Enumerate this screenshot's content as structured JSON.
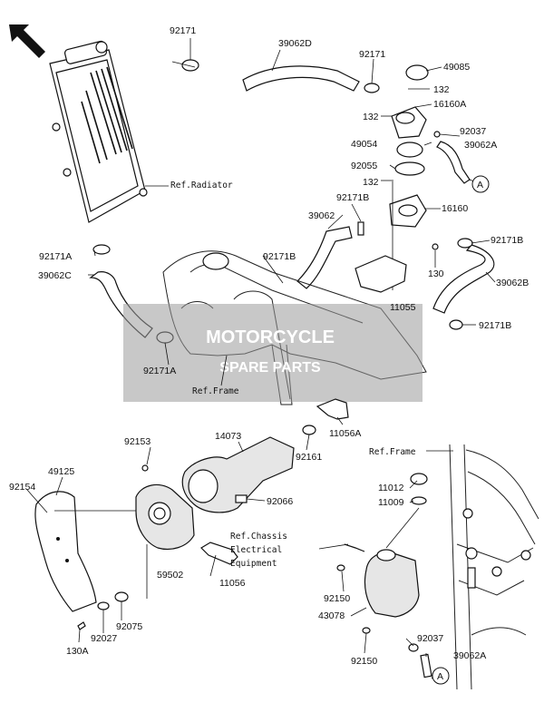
{
  "part_numbers": {
    "p92171_a": "92171",
    "p39062D": "39062D",
    "p92171_b": "92171",
    "p49085": "49085",
    "p132_a": "132",
    "p16160A": "16160A",
    "p132_b": "132",
    "p92037_a": "92037",
    "p49054": "49054",
    "p39062A_a": "39062A",
    "p92055": "92055",
    "p132_c": "132",
    "p92171B_a": "92171B",
    "p39062": "39062",
    "p16160": "16160",
    "p92171B_b": "92171B",
    "p92171B_c": "92171B",
    "p130": "130",
    "p39062B": "39062B",
    "p11055": "11055",
    "p92171B_d": "92171B",
    "p92171A_a": "92171A",
    "p39062C": "39062C",
    "p92171A_b": "92171A",
    "p11056A": "11056A",
    "p92153": "92153",
    "p14073": "14073",
    "p92161": "92161",
    "p49125": "49125",
    "p92154": "92154",
    "p92066": "92066",
    "p11012": "11012",
    "p11009": "11009",
    "p59502": "59502",
    "p11056": "11056",
    "p92150_a": "92150",
    "p43078": "43078",
    "p92027": "92027",
    "p92075": "92075",
    "p130A": "130A",
    "p92037_b": "92037",
    "p92150_b": "92150",
    "p39062A_b": "39062A"
  },
  "references": {
    "radiator": "Ref.Radiator",
    "frame_center": "Ref.Frame",
    "frame_right": "Ref.Frame",
    "chassis_line1": "Ref.Chassis",
    "chassis_line2": "Electrical",
    "chassis_line3": "Equipment"
  },
  "connector_markers": {
    "top": "A",
    "bottom": "A"
  },
  "watermark": {
    "line1": "MOTORCYCLE",
    "line2": "SPARE PARTS"
  },
  "icons": {
    "direction_arrow": "front-direction-arrow-icon"
  }
}
